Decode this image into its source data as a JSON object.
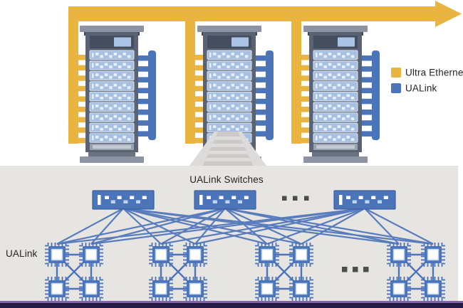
{
  "legend": {
    "items": [
      {
        "label": "Ultra Ethernet",
        "color": "#E9B43F"
      },
      {
        "label": "UALink",
        "color": "#4C74B9"
      }
    ]
  },
  "top_section": {
    "rack_count": 3,
    "units_per_rack": 9,
    "backbone": "Ultra Ethernet arrow"
  },
  "bottom_section": {
    "switches_label": "UALink Switches",
    "left_label": "UALink",
    "switch_count": 3,
    "chip_cluster_count": 4,
    "chips_per_cluster": 4,
    "ellipsis": "..."
  },
  "colors": {
    "ultra_ethernet": "#E9B43F",
    "ualink": "#4C74B9",
    "ualink_dark": "#3A5FA0",
    "rack_frame": "#5A6373",
    "rack_cap": "#8C94A3",
    "rack_tab": "#3F4854",
    "rack_header": "#454E5F",
    "header_panel": "#A9C4E6",
    "server_unit": "#A7C0E2",
    "unit_marks": "#E6F0FB",
    "panel_bg": "#E7E5E2",
    "funnel_light": "#DCDBD9",
    "funnel_dark": "#CBCAC8",
    "text": "#242424",
    "dots": "#4D4D4D",
    "footer_bar": "#241A45",
    "footer_accent": "#7E63A5"
  }
}
